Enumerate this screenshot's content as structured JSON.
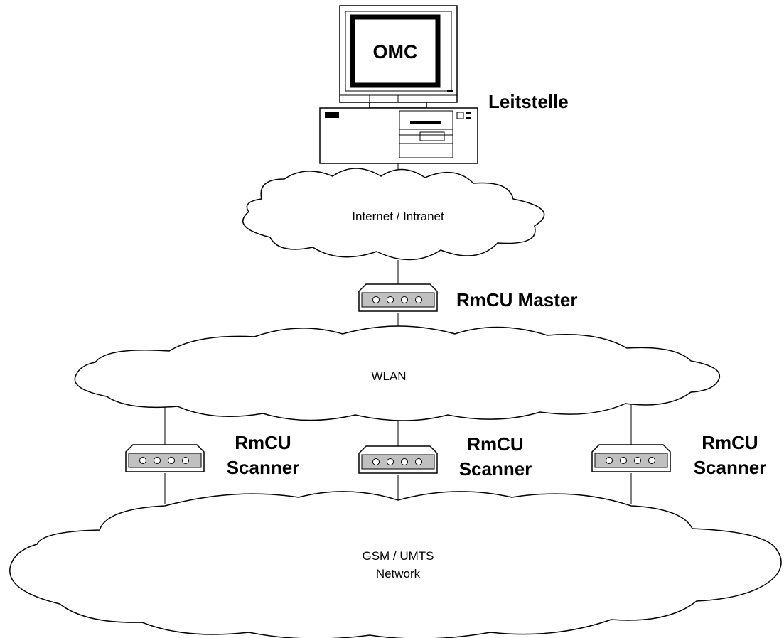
{
  "nodes": {
    "omc": {
      "screen_text": "OMC",
      "label": "Leitstelle"
    },
    "internet": {
      "label": "Internet / Intranet"
    },
    "master": {
      "label": "RmCU Master"
    },
    "wlan": {
      "label": "WLAN"
    },
    "scanners": [
      {
        "line1": "RmCU",
        "line2": "Scanner"
      },
      {
        "line1": "RmCU",
        "line2": "Scanner"
      },
      {
        "line1": "RmCU",
        "line2": "Scanner"
      }
    ],
    "gsm": {
      "line1": "GSM / UMTS",
      "line2": "Network"
    }
  },
  "colors": {
    "stroke": "#000000",
    "device_fill": "#c0c0c0",
    "background": "#ffffff"
  }
}
